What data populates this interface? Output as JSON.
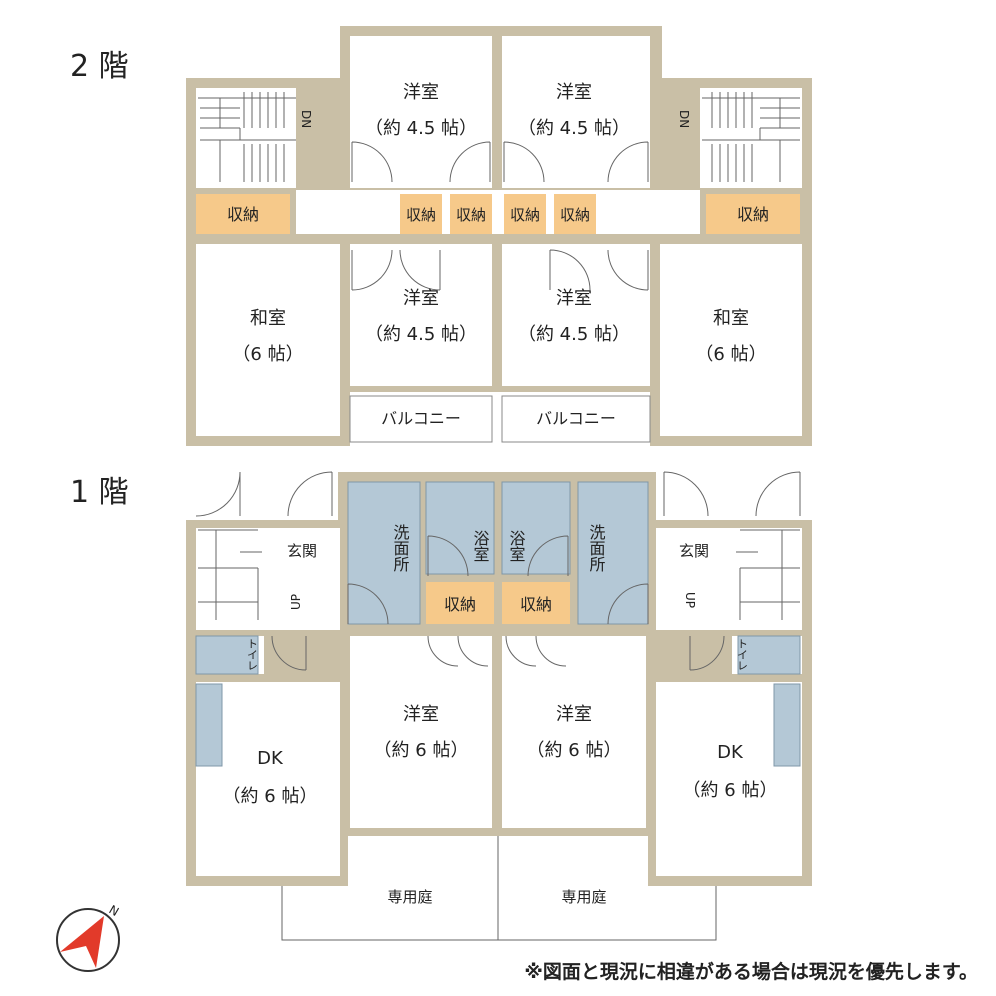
{
  "floors": {
    "second": {
      "label": "2 階",
      "western_room_name": "洋室",
      "western_room_size": "（約 4.5 帖）",
      "japanese_room_name": "和室",
      "japanese_room_size": "（6 帖）",
      "storage": "収納",
      "balcony": "バルコニー",
      "stairs_down": "DN"
    },
    "first": {
      "label": "1 階",
      "western_room_name": "洋室",
      "western_room_size": "（約 6 帖）",
      "dk_name": "DK",
      "dk_size": "（約 6 帖）",
      "storage": "収納",
      "bath": "浴室",
      "washroom": "洗面所",
      "entrance": "玄関",
      "toilet": "トイレ",
      "stairs_up": "UP",
      "garden": "専用庭"
    }
  },
  "compass": {
    "north": "N"
  },
  "note": "※図面と現況に相違がある場合は現況を優先します。",
  "colors": {
    "wall": "#c9bfa6",
    "storage_fill": "#f6c98a",
    "wet_fill": "#b4c8d6",
    "compass_red": "#e23a2a"
  }
}
